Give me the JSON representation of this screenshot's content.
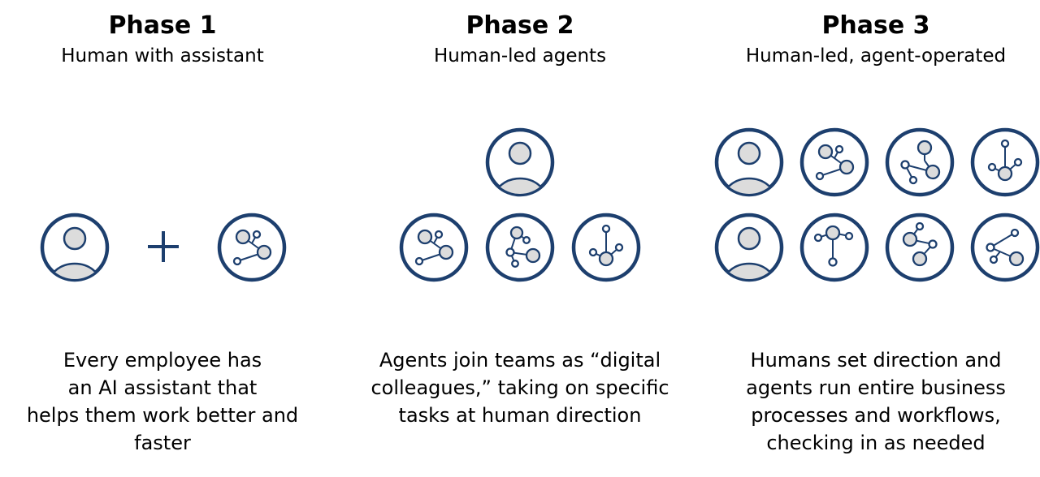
{
  "colors": {
    "primary": "#1d3f6e",
    "fill": "#dcdcdc",
    "background": "#ffffff"
  },
  "phases": [
    {
      "title": "Phase 1",
      "subtitle": "Human with assistant",
      "description_lines": [
        "Every employee has",
        "an AI assistant that",
        "helps them work better and",
        "faster"
      ],
      "icons": [
        "person-icon",
        "plus-icon",
        "agent-network-icon"
      ]
    },
    {
      "title": "Phase 2",
      "subtitle": "Human-led agents",
      "description_lines": [
        "Agents join teams as “digital",
        "colleagues,” taking on specific",
        "tasks at human direction"
      ],
      "icons": [
        "person-icon",
        "agent-network-icon",
        "agent-network-icon",
        "agent-network-icon"
      ]
    },
    {
      "title": "Phase 3",
      "subtitle": "Human-led, agent-operated",
      "description_lines": [
        "Humans set direction and",
        "agents run entire business",
        "processes and workflows,",
        "checking in as needed"
      ],
      "icons": [
        "person-icon",
        "agent-network-icon",
        "agent-network-icon",
        "agent-network-icon",
        "person-icon",
        "agent-network-icon",
        "agent-network-icon",
        "agent-network-icon"
      ]
    }
  ]
}
